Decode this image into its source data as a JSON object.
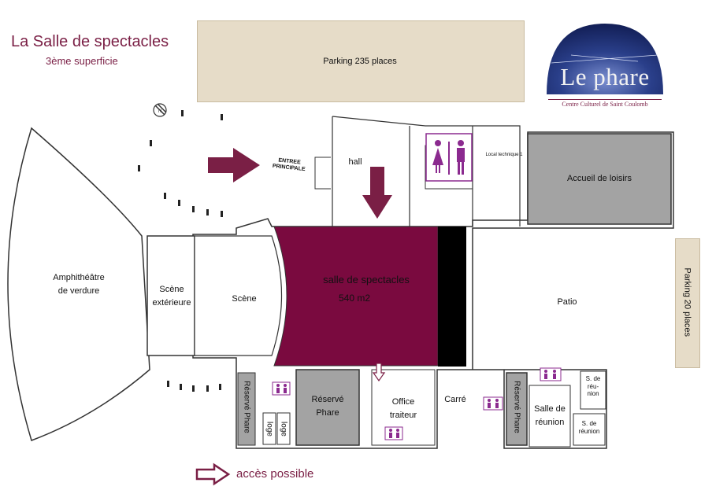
{
  "title": "La Salle de spectacles",
  "subtitle": "3ème superficie",
  "logo": {
    "text_le": "Le ",
    "text_phare": "phare",
    "caption": "Centre Culturel de Saint Coulomb"
  },
  "labels": {
    "parking_top": "Parking 235 places",
    "parking_side": "Parking  20 places",
    "entree_line1": "ENTREE",
    "entree_line2": "PRINCIPALE",
    "hall": "hall",
    "local": "Local technique 1",
    "accueil": "Accueil de loisirs",
    "amphi_line1": "Amphithéâtre",
    "amphi_line2": "de verdure",
    "scene_ext_line1": "Scène",
    "scene_ext_line2": "extérieure",
    "scene": "Scène",
    "salle": "salle de spectacles",
    "salle_area": "540 m2",
    "patio": "Patio",
    "reserve_left": "Réservé Phare",
    "loge1": "loge",
    "loge2": "loge",
    "reserve_mid_line1": "Réservé",
    "reserve_mid_line2": "Phare",
    "office_line1": "Office",
    "office_line2": "traiteur",
    "carre": "Carré",
    "reserve_right": "Réservé Phare",
    "salle_reunion_line1": "Salle de",
    "salle_reunion_line2": "réunion",
    "s_reunion1_line1": "S. de",
    "s_reunion1_line2": "réu-",
    "s_reunion1_line3": "nion",
    "s_reunion2_line1": "S. de",
    "s_reunion2_line2": "réunion"
  },
  "legend": {
    "text": "accès possible",
    "icon": "outline-arrow-icon"
  },
  "colors": {
    "accent": "#7a1f45",
    "salle": "#7a0a3f",
    "grey_room": "#a3a3a3",
    "parking": "#e6dcc8",
    "wc": "#8b2a8f"
  }
}
